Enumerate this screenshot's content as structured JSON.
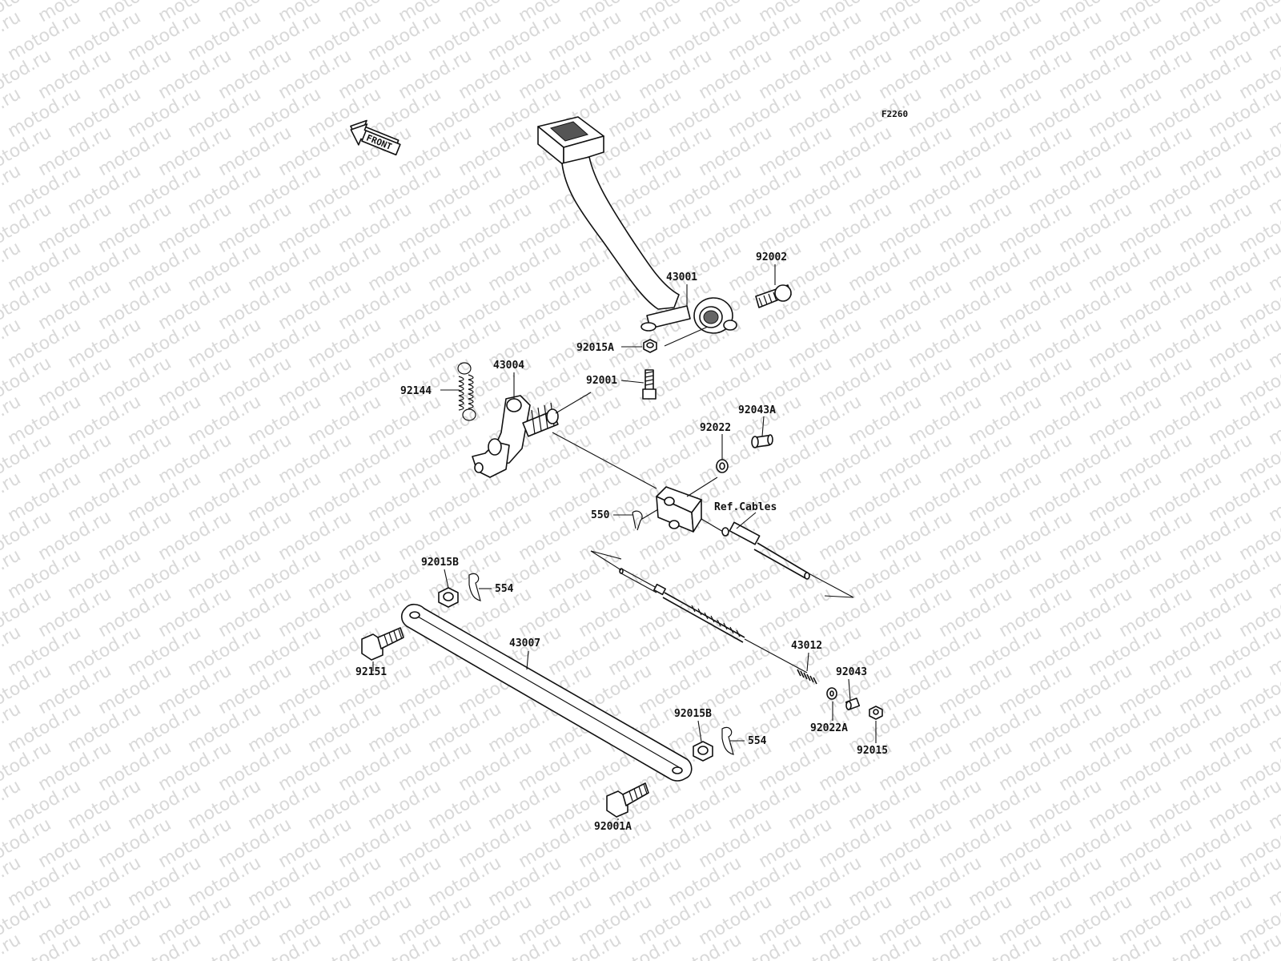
{
  "watermark": {
    "text": "motod.ru"
  },
  "figure_code": "F2260",
  "front_arrow": {
    "label": "FRONT"
  },
  "parts": {
    "p43001": "43001",
    "p92002": "92002",
    "p92015A": "92015A",
    "p92001": "92001",
    "p43004": "43004",
    "p92144": "92144",
    "p92043A": "92043A",
    "p92022": "92022",
    "p550": "550",
    "ref_cables": "Ref.Cables",
    "p92015B_top": "92015B",
    "p554_top": "554",
    "p43007": "43007",
    "p92151": "92151",
    "p43012": "43012",
    "p92043": "92043",
    "p92022A": "92022A",
    "p92015": "92015",
    "p92015B_bottom": "92015B",
    "p554_bottom": "554",
    "p92001A": "92001A"
  },
  "colors": {
    "line": "#111111",
    "watermark": "#d9d9d9",
    "background": "#ffffff"
  }
}
